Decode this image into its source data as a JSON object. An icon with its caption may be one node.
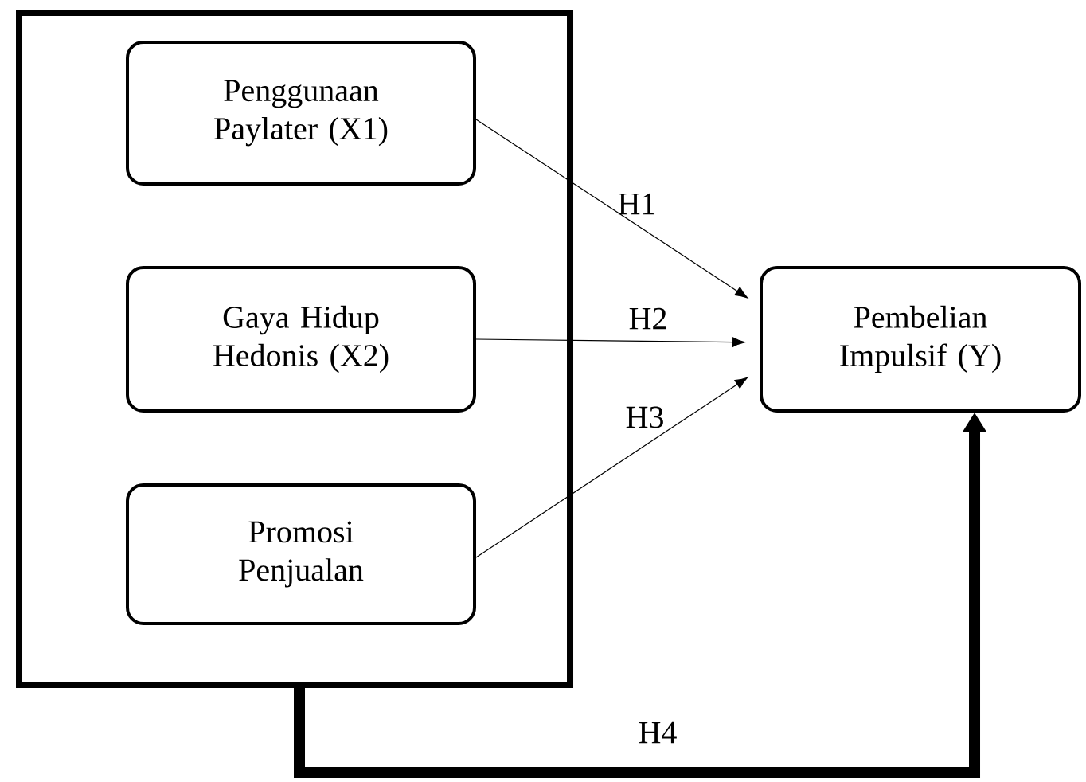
{
  "diagram": {
    "nodes": [
      {
        "text": [],
        "shape": "box"
      },
      {
        "text": [
          "Penggunaan Paylater (X1)"
        ],
        "in": 0
      },
      {
        "text": [
          "Gaya Hidup Hedonis (X2)"
        ],
        "in": 0
      },
      {
        "text": [
          "Promosi Penjualan"
        ],
        "in": 0
      },
      {
        "text": [
          "Pembelian Impulsif (Y)"
        ]
      }
    ],
    "edges": [
      {
        "from": 1,
        "to": 4,
        "arrow": "to",
        "label": "H1"
      },
      {
        "from": 2,
        "to": 4,
        "arrow": "to",
        "label": "H2"
      },
      {
        "from": 3,
        "to": 4,
        "arrow": "to",
        "label": "H3"
      },
      {
        "from": 0,
        "to": 4,
        "arrow": "to",
        "label": "H4",
        "style": "thick"
      }
    ]
  }
}
